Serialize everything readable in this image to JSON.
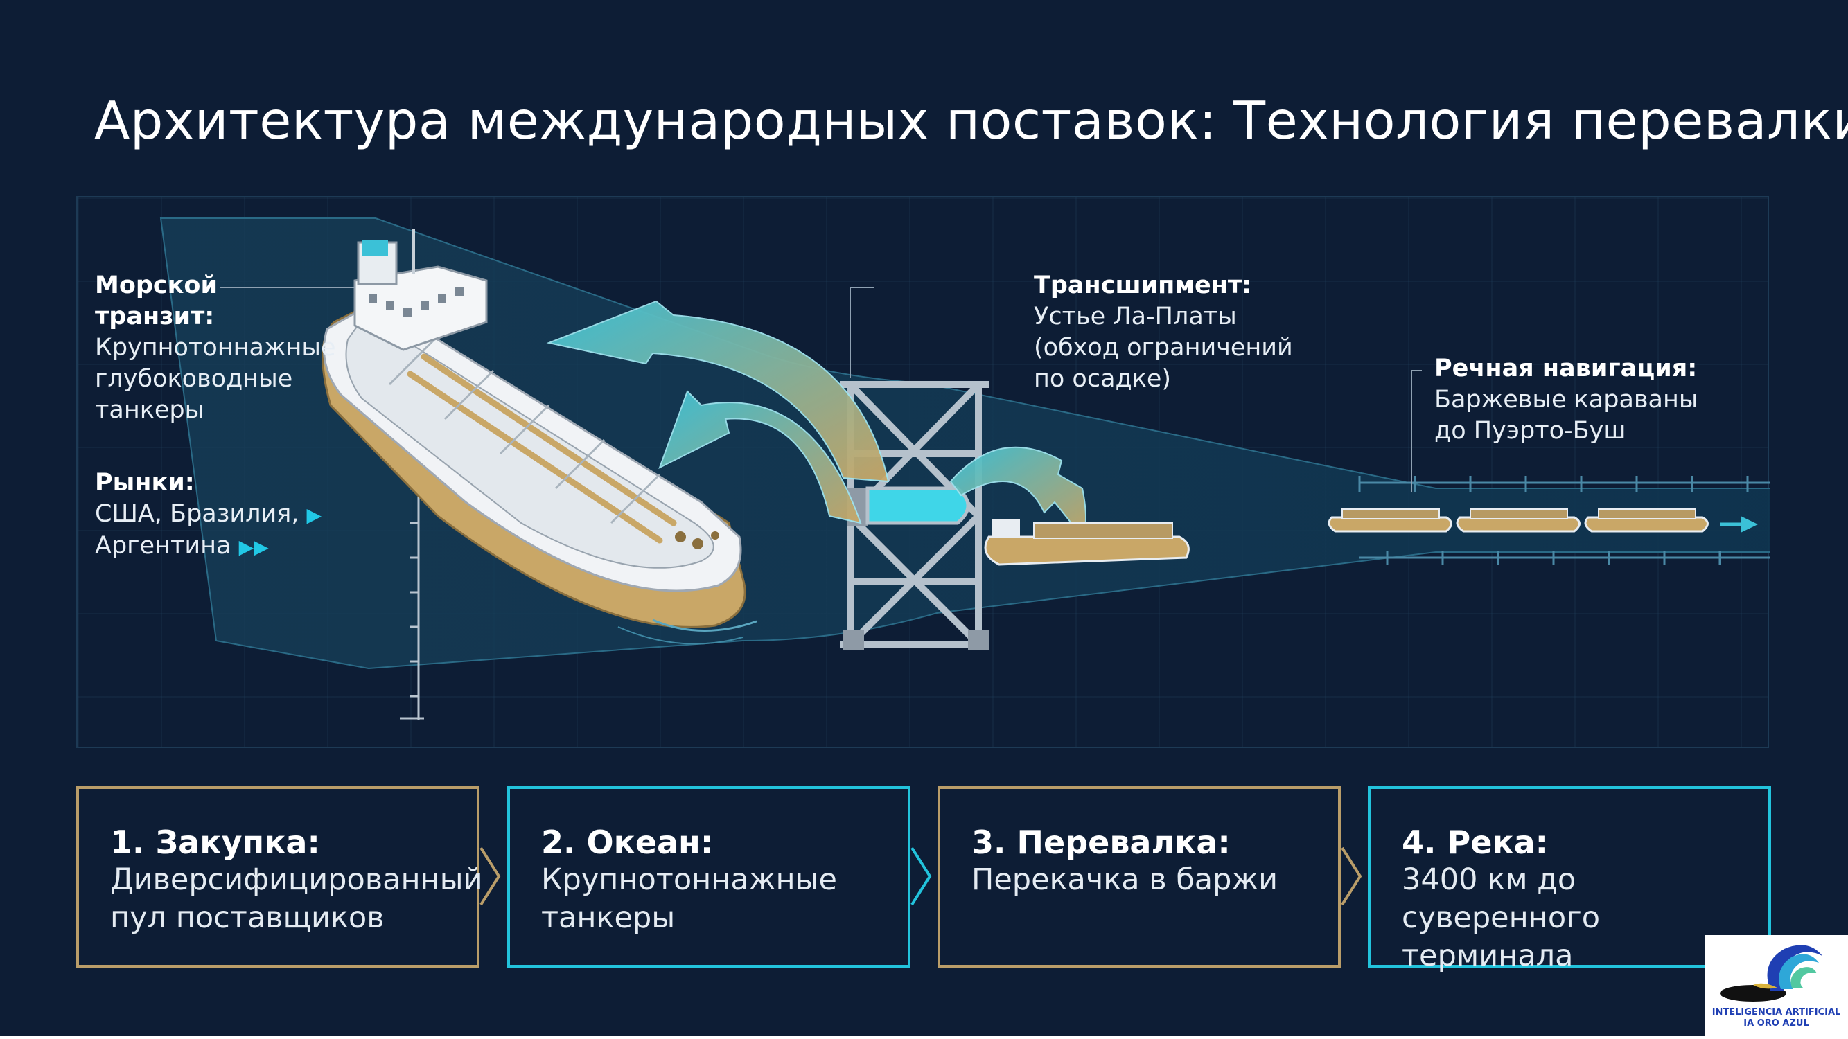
{
  "title": "Архитектура международных поставок: Технология перевалки",
  "labels": {
    "sea_transit": {
      "heading_lines": [
        "Морской",
        "транзит:"
      ],
      "body_lines": [
        "Крупнотоннажные",
        "глубоководные",
        "танкеры"
      ]
    },
    "markets": {
      "heading": "Рынки:",
      "line1": "США, Бразилия,",
      "line2": "Аргентина",
      "arrow1": "▶",
      "arrow2": "▶▶"
    },
    "transshipment": {
      "heading": "Трансшипмент:",
      "body_lines": [
        "Устье Ла-Платы",
        "(обход ограничений",
        "по осадке)"
      ]
    },
    "river": {
      "heading": "Речная навигация:",
      "body_lines": [
        "Баржевые караваны",
        "до Пуэрто-Буш"
      ]
    }
  },
  "steps": [
    {
      "title": "1. Закупка:",
      "lines": [
        "Диверсифицированный",
        "пул поставщиков"
      ],
      "accent": "#b99d69"
    },
    {
      "title": "2. Океан:",
      "lines": [
        "Крупнотоннажные",
        "танкеры"
      ],
      "accent": "#22c3dc"
    },
    {
      "title": "3. Перевалка:",
      "lines": [
        "Перекачка в баржи"
      ],
      "accent": "#b99d69"
    },
    {
      "title": "4. Река:",
      "lines": [
        "3400 км до суверенного",
        "терминала"
      ],
      "accent": "#22c3dc"
    }
  ],
  "logo": {
    "line1": "INTELIGENCIA ARTIFICIAL",
    "line2": "IA ORO AZUL"
  },
  "colors": {
    "background": "#0d1d35",
    "gold": "#b99d69",
    "cyan": "#22c3dc",
    "hull": "#c9a767"
  },
  "icons": [
    "tanker-ship-icon",
    "transshipment-crane-icon",
    "barge-icon",
    "flow-arrow-icon",
    "ia-oro-azul-logo"
  ]
}
